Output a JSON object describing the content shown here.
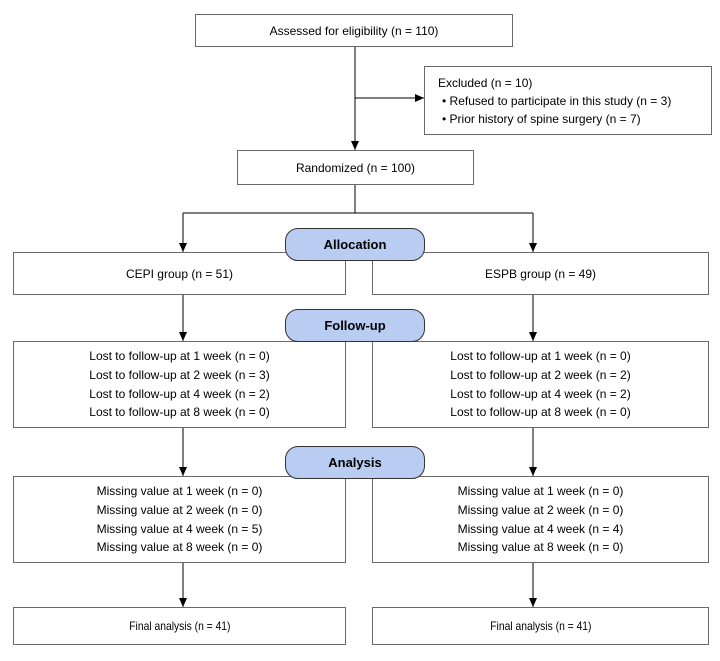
{
  "flowchart": {
    "eligibility_label": "Assessed for eligibility (n = 110)",
    "excluded_title": "Excluded (n = 10)",
    "excluded_reason_1": "• Refused to participate in this study (n = 3)",
    "excluded_reason_2": "• Prior history of spine surgery (n = 7)",
    "randomized_label": "Randomized (n = 100)",
    "stage_allocation": "Allocation",
    "stage_followup": "Follow-up",
    "stage_analysis": "Analysis",
    "cepi": {
      "group_label": "CEPI group (n = 51)",
      "followup_lines": [
        "Lost to follow-up at 1 week (n = 0)",
        "Lost to follow-up at 2 week (n = 3)",
        "Lost to follow-up at 4 week (n = 2)",
        "Lost to follow-up at 8 week (n = 0)"
      ],
      "analysis_lines": [
        "Missing value at 1 week (n = 0)",
        "Missing value at 2 week (n = 0)",
        "Missing value at 4 week (n = 5)",
        "Missing value at 8 week (n = 0)"
      ],
      "final_label": "Final analysis (n = 41)"
    },
    "espb": {
      "group_label": "ESPB group (n = 49)",
      "followup_lines": [
        "Lost to follow-up at 1 week (n = 0)",
        "Lost to follow-up at 2 week (n = 2)",
        "Lost to follow-up at 4 week (n = 2)",
        "Lost to follow-up at 8 week (n = 0)"
      ],
      "analysis_lines": [
        "Missing value at 1 week (n = 0)",
        "Missing value at 2 week (n = 0)",
        "Missing value at 4 week (n = 4)",
        "Missing value at 8 week (n = 0)"
      ],
      "final_label": "Final analysis (n = 41)"
    }
  },
  "colors": {
    "stage_pill_fill": "#b9cdf3",
    "stage_pill_border": "#333333",
    "box_border": "#6a6a6a",
    "arrow": "#000000",
    "background": "#ffffff",
    "text": "#000000"
  }
}
